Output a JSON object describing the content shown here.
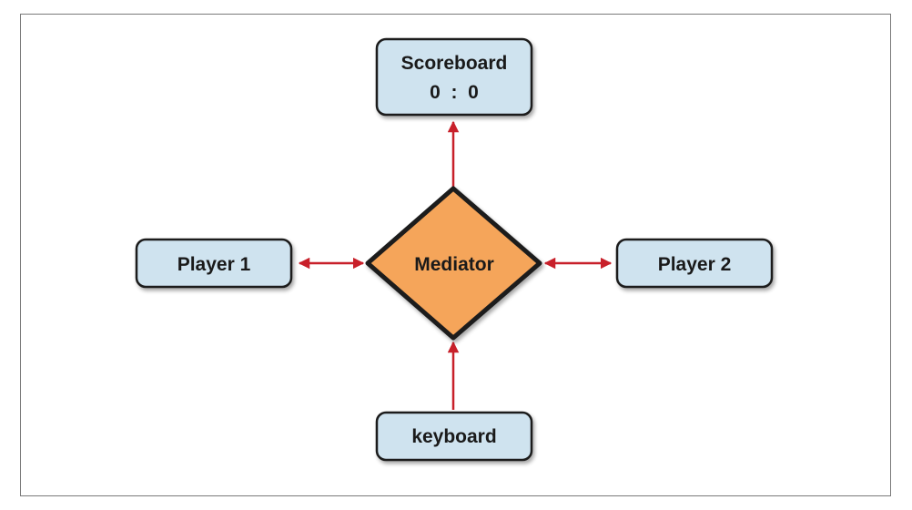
{
  "nodes": {
    "scoreboard": {
      "title": "Scoreboard",
      "score": "0  :  0"
    },
    "player1": {
      "label": "Player 1"
    },
    "player2": {
      "label": "Player 2"
    },
    "mediator": {
      "label": "Mediator"
    },
    "keyboard": {
      "label": "keyboard"
    }
  },
  "colors": {
    "box_fill": "#cfe3ef",
    "box_stroke": "#1a1a1a",
    "mediator_fill": "#f5a55a",
    "arrow": "#c8202a",
    "frame_border": "#7a7a7a"
  }
}
